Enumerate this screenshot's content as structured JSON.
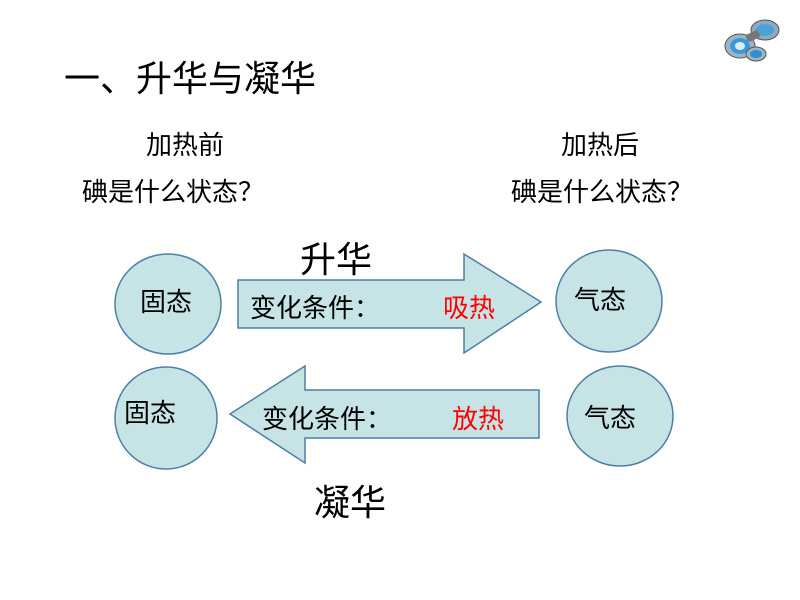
{
  "title": "一、升华与凝华",
  "before": {
    "label": "加热前",
    "question": "碘是什么状态？"
  },
  "after": {
    "label": "加热后",
    "question": "碘是什么状态？"
  },
  "sublimation": {
    "name": "升华",
    "from_state": "固态",
    "to_state": "气态",
    "condition_label": "变化条件：",
    "condition_value": "吸热"
  },
  "deposition": {
    "name": "凝华",
    "from_state": "气态",
    "to_state": "固态",
    "condition_label": "变化条件：",
    "condition_value": "放热"
  },
  "colors": {
    "shape_fill": "#c6e4e5",
    "shape_stroke": "#4f7fa6",
    "highlight": "#ff0000"
  },
  "icons": {
    "corner": "binoculars-icon"
  }
}
